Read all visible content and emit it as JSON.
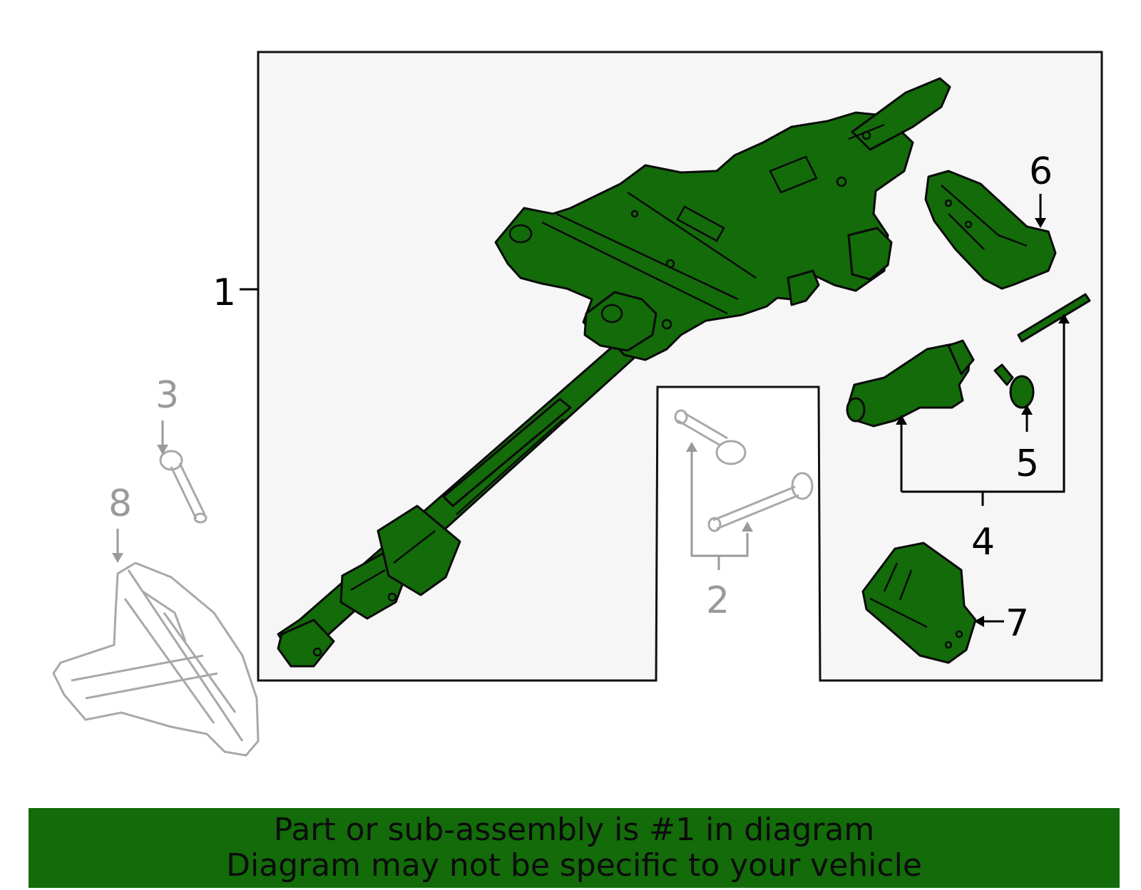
{
  "colors": {
    "highlight": "#136b0a",
    "outline": "#0a0a0a",
    "context_part": "#a8a8a8",
    "frame_fill": "#f6f6f6",
    "frame_stroke": "#111111",
    "banner_bg": "#136b0a"
  },
  "callouts": [
    {
      "id": "1",
      "label": "1",
      "style": "highlighted"
    },
    {
      "id": "2",
      "label": "2",
      "style": "context"
    },
    {
      "id": "3",
      "label": "3",
      "style": "context"
    },
    {
      "id": "4",
      "label": "4",
      "style": "highlighted"
    },
    {
      "id": "5",
      "label": "5",
      "style": "highlighted"
    },
    {
      "id": "6",
      "label": "6",
      "style": "highlighted"
    },
    {
      "id": "7",
      "label": "7",
      "style": "highlighted"
    },
    {
      "id": "8",
      "label": "8",
      "style": "context"
    }
  ],
  "banner": {
    "line1": "Part or sub-assembly is #1 in diagram",
    "line2": "Diagram may not be specific to your vehicle"
  }
}
